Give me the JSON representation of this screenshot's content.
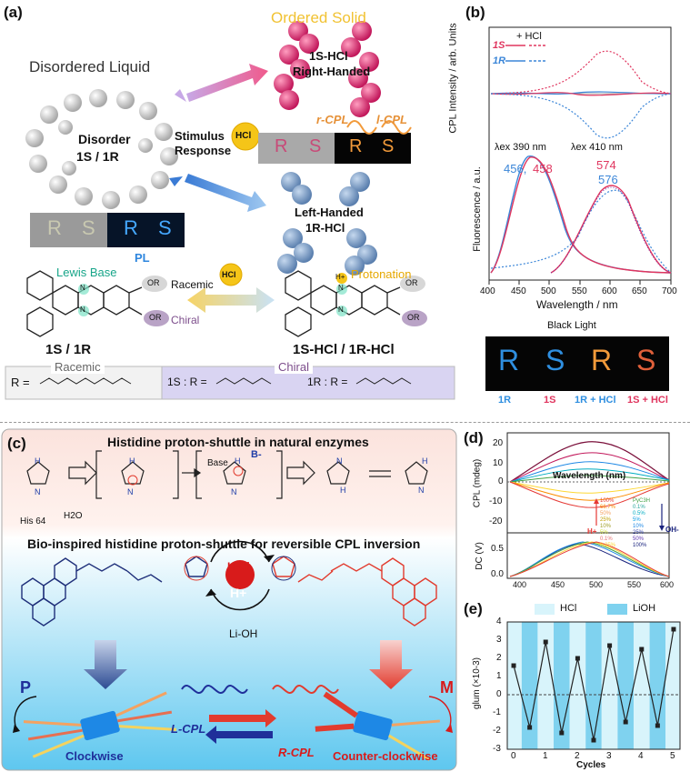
{
  "panel_a": {
    "letter": "(a)",
    "ordered_solid": "Ordered Solid",
    "disordered_liquid": "Disordered Liquid",
    "right_handed_l1": "1S-HCl",
    "right_handed_l2": "Right-Handed",
    "left_handed_l1": "Left-Handed",
    "left_handed_l2": "1R-HCl",
    "disorder_l1": "Disorder",
    "disorder_l2": "1S / 1R",
    "stimulus_l1": "Stimulus",
    "stimulus_l2": "Response",
    "hcl_badge": "HCl",
    "r_cpl": "r-CPL",
    "l_cpl": "l-CPL",
    "pl": "PL",
    "lewis_base": "Lewis Base",
    "protonation": "Protonation",
    "racemic_tag": "Racemic",
    "chiral_tag": "Chiral",
    "or": "OR",
    "h_plus": "H+",
    "n": "N",
    "left_compound": "1S / 1R",
    "right_compound": "1S-HCl / 1R-HCl",
    "racemic_label": "Racemic",
    "chiral_label": "Chiral",
    "r_eq": "R =",
    "s_formula": "1S : R =",
    "r_formula": "1R : R =",
    "tile_r": "R",
    "tile_s": "S"
  },
  "panel_b": {
    "letter": "(b)",
    "legend_title": "+ HCl",
    "legend_1s": "1S",
    "legend_1r": "1R",
    "cpl_ylabel": "CPL Intensity / arb. Units",
    "fl_ylabel": "Fluorescence / a.u.",
    "xlabel": "Wavelength / nm",
    "ex1": "λex 390 nm",
    "ex2": "λex 410 nm",
    "peak_456": "456,",
    "peak_458": "458",
    "peak_574": "574",
    "peak_576": "576",
    "black_light": "Black Light",
    "photo_labels": [
      "1R",
      "1S",
      "1R + HCl",
      "1S + HCl"
    ],
    "photo_letters": [
      "R",
      "S",
      "R",
      "S"
    ],
    "xticks": [
      "400",
      "450",
      "500",
      "550",
      "600",
      "650",
      "700"
    ]
  },
  "panel_c": {
    "letter": "(c)",
    "title1": "Histidine proton-shuttle in natural enzymes",
    "title2": "Bio-inspired histidine proton-shuttle for reversible CPL inversion",
    "base": "Base",
    "b_minus": "B-",
    "his64": "His 64",
    "h2o": "H2O",
    "hcl": "H-Cl",
    "lioh": "Li-OH",
    "hplus": "H+",
    "p": "P",
    "m": "M",
    "l_cpl": "L-CPL",
    "r_cpl": "R-CPL",
    "clockwise": "Clockwise",
    "counter": "Counter-clockwise"
  },
  "panel_d": {
    "letter": "(d)",
    "cpl_ylabel": "CPL (mdeg)",
    "dc_ylabel": "DC (V)",
    "xlabel": "Wavelength (nm)",
    "yticks": [
      "20",
      "10",
      "0",
      "-10",
      "-20"
    ],
    "dc_ticks": [
      "0.5",
      "0.0"
    ],
    "xticks": [
      "400",
      "450",
      "500",
      "550",
      "600"
    ],
    "legend_col1": [
      "100%",
      "66.7%",
      "50%",
      "25%",
      "10%",
      "5%",
      "0.1%",
      "0.05%"
    ],
    "legend_col2": [
      "PyC3H",
      "0.1%",
      "0.5%",
      "5%",
      "10%",
      "25%",
      "50%",
      "100%"
    ],
    "h_plus": "H+",
    "oh_minus": "OH-"
  },
  "panel_e": {
    "letter": "(e)",
    "legend_hcl": "HCl",
    "legend_lioh": "LiOH",
    "ylabel": "glum (×10-3)",
    "xlabel": "Cycles",
    "yticks": [
      "4",
      "3",
      "2",
      "1",
      "0",
      "-1",
      "-2",
      "-3"
    ],
    "xticks": [
      "0",
      "1",
      "2",
      "3",
      "4",
      "5"
    ]
  },
  "chart_data": [
    {
      "type": "line",
      "panel": "e",
      "x": [
        0,
        0.5,
        1,
        1.5,
        2,
        2.5,
        3,
        3.5,
        4,
        4.5,
        5
      ],
      "values": [
        1.6,
        -1.8,
        2.9,
        -2.1,
        2.0,
        -2.5,
        2.7,
        -1.5,
        2.5,
        -1.7,
        3.6
      ],
      "xlabel": "Cycles",
      "ylabel": "glum (×10-3)",
      "xlim": [
        -0.2,
        5.2
      ],
      "ylim": [
        -3,
        4
      ],
      "legend": [
        "HCl",
        "LiOH"
      ],
      "colors": {
        "line": "#222222",
        "hcl_band": "#d8f4fb",
        "lioh_band": "#7fd2ef"
      }
    }
  ]
}
